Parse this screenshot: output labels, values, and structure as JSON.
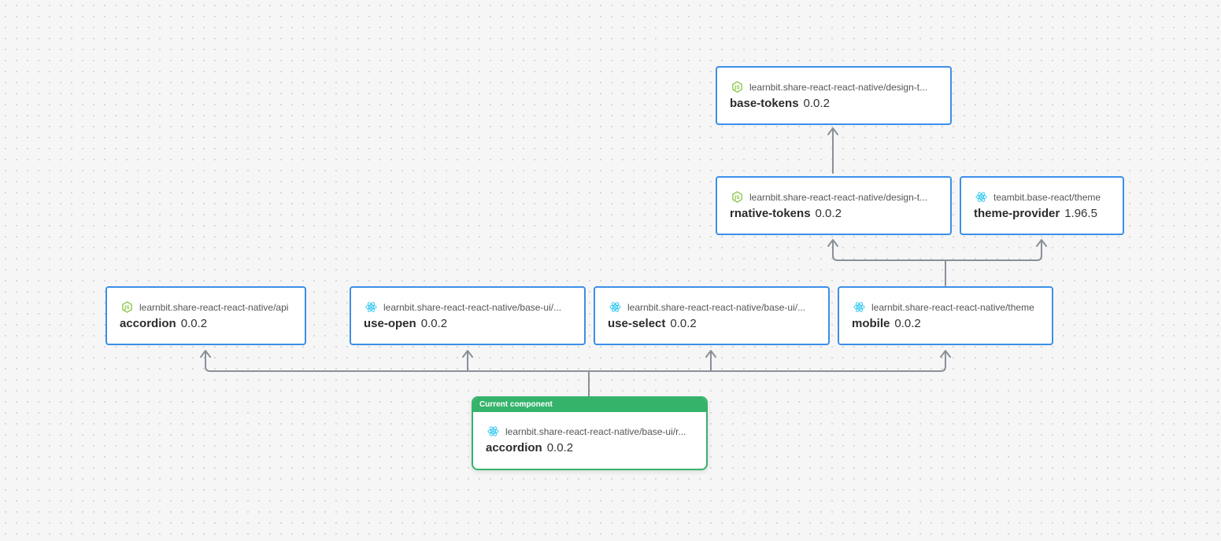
{
  "colors": {
    "node_border": "#3b8fe8",
    "current_border": "#35b36b",
    "edge": "#8a9099",
    "react_icon": "#2ec6f0",
    "node_icon": "#8cc84b"
  },
  "nodes": {
    "base_tokens": {
      "id": "learnbit.share-react-react-native/design-t...",
      "name": "base-tokens",
      "version": "0.0.2",
      "icon": "nodejs-icon"
    },
    "rnative_tokens": {
      "id": "learnbit.share-react-react-native/design-t...",
      "name": "rnative-tokens",
      "version": "0.0.2",
      "icon": "nodejs-icon"
    },
    "theme_provider": {
      "id": "teambit.base-react/theme",
      "name": "theme-provider",
      "version": "1.96.5",
      "icon": "react-icon"
    },
    "accordion_api": {
      "id": "learnbit.share-react-react-native/api",
      "name": "accordion",
      "version": "0.0.2",
      "icon": "nodejs-icon"
    },
    "use_open": {
      "id": "learnbit.share-react-react-native/base-ui/...",
      "name": "use-open",
      "version": "0.0.2",
      "icon": "react-icon"
    },
    "use_select": {
      "id": "learnbit.share-react-react-native/base-ui/...",
      "name": "use-select",
      "version": "0.0.2",
      "icon": "react-icon"
    },
    "mobile": {
      "id": "learnbit.share-react-react-native/theme",
      "name": "mobile",
      "version": "0.0.2",
      "icon": "react-icon"
    },
    "current": {
      "banner": "Current component",
      "id": "learnbit.share-react-react-native/base-ui/r...",
      "name": "accordion",
      "version": "0.0.2",
      "icon": "react-icon"
    }
  }
}
